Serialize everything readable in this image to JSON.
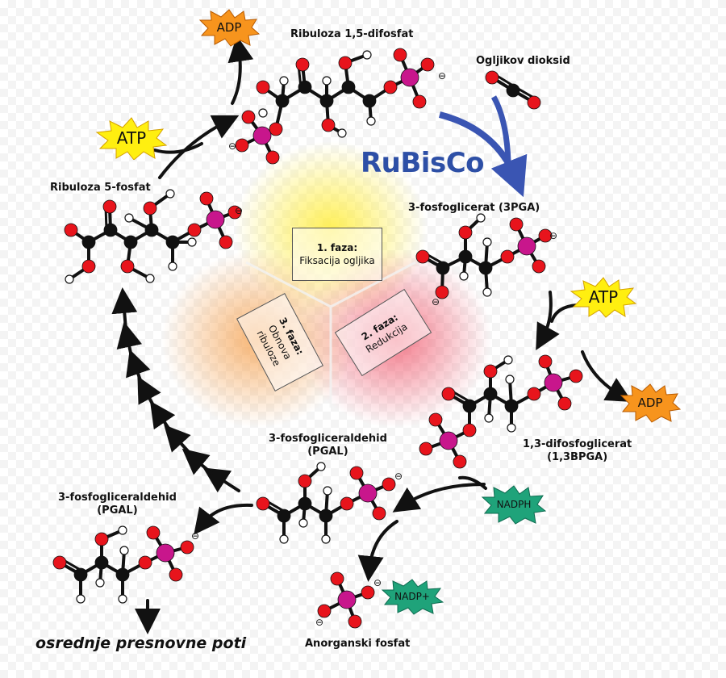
{
  "labels": {
    "ribuloza_15": "Ribuloza 1,5-difosfat",
    "co2": "Ogljikov dioksid",
    "ribuloza_5": "Ribuloza 5-fosfat",
    "pga3": "3-fosfoglicerat (3PGA)",
    "bpga_line1": "1,3-difosfoglicerat",
    "bpga_line2": "(1,3BPGA)",
    "pgal_center_line1": "3-fosfogliceraldehid",
    "pgal_center_line2": "(PGAL)",
    "pgal_left_line1": "3-fosfogliceraldehid",
    "pgal_left_line2": "(PGAL)",
    "pi": "Anorganski fosfat",
    "out": "osrednje presnovne poti"
  },
  "enzyme": "RuBisCo",
  "phases": {
    "p1": {
      "title": "1. faza:",
      "text": "Fiksacija ogljika"
    },
    "p2": {
      "title": "2. faza:",
      "text": "Redukcija"
    },
    "p3": {
      "title": "3. faza:",
      "text1": "Obnova",
      "text2": "ribuloze"
    }
  },
  "cofactors": {
    "atp_left": "ATP",
    "adp_top": "ADP",
    "atp_right": "ATP",
    "adp_right": "ADP",
    "nadph": "NADPH",
    "nadp": "NADP+"
  },
  "charge": "⊖",
  "colors": {
    "oxygen": "#e8141c",
    "carbon": "#111111",
    "phosphorus": "#c8168c",
    "hydrogen": "#ffffff",
    "atp_burst": "#ffef10",
    "adp_burst": "#f7941d",
    "nadph_burst": "#1fa37a",
    "rubisco": "#2d4fa6",
    "phase1": "#ffee55",
    "phase2": "#f05a6e",
    "phase3": "#f6a75a"
  }
}
